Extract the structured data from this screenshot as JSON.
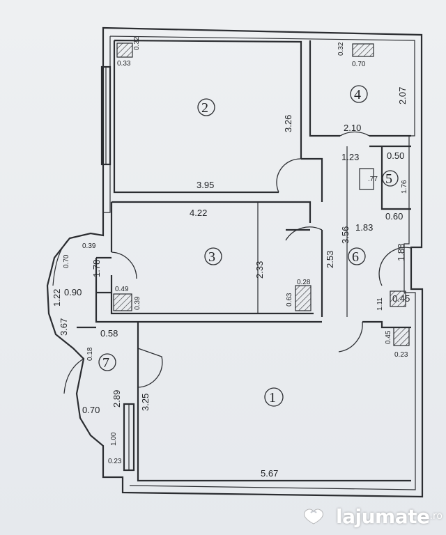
{
  "plan": {
    "rooms": [
      {
        "id": "1",
        "label": "1"
      },
      {
        "id": "2",
        "label": "2"
      },
      {
        "id": "3",
        "label": "3"
      },
      {
        "id": "4",
        "label": "4"
      },
      {
        "id": "5",
        "label": "5"
      },
      {
        "id": "6",
        "label": "6"
      },
      {
        "id": "7",
        "label": "7"
      }
    ],
    "dimensions": {
      "room2_width": "3.95",
      "room2_height": "3.26",
      "room2_corner_a": "0.33",
      "room2_corner_b": "0.32",
      "room4_width": "2.10",
      "room4_height": "2.07",
      "room4_corner_a": "0.70",
      "room4_corner_b": "0.32",
      "room3_width": "4.22",
      "room3_height": "2.33",
      "room3_corner_a": "0.49",
      "room3_corner_b": "0.39",
      "room3_corner_c": "0.28",
      "room3_corner_d": "0.63",
      "room5_a": "0.50",
      "room5_b": "1.23",
      "room5_c": "1.76",
      "room5_d": ".77",
      "hall_height": "3.56",
      "hall_width": "1.83",
      "hall_a": "0.60",
      "hall_b": "2.53",
      "hall_c": "1.88",
      "hall_d": "0.45",
      "hall_e": "1.11",
      "living_width": "5.67",
      "living_height": "3.25",
      "living_a": "0.45",
      "living_b": "0.23",
      "living_c": "2.89",
      "living_d": "1.00",
      "living_e": "0.23",
      "balcony_a": "0.70",
      "balcony_b": "0.39",
      "balcony_c": "1.78",
      "balcony_d": "0.90",
      "balcony_e": "1.22",
      "balcony_f": "3.67",
      "balcony_g": "0.58",
      "balcony_h": "0.18",
      "balcony_i": "0.70"
    }
  },
  "watermark": {
    "brand": "lajumate",
    "tld": ".ro",
    "icon": "heart-logo-icon"
  }
}
